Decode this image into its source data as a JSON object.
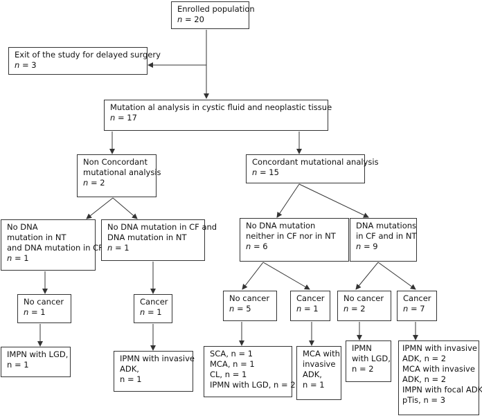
{
  "nodes": {
    "enrolled": {
      "lines": [
        "Enrolled population"
      ],
      "n": "20"
    },
    "exit": {
      "lines": [
        "Exit of the study for delayed surgery"
      ],
      "n": "3"
    },
    "mutational": {
      "lines": [
        "Mutation al analysis  in cystic fluid and neoplastic tissue"
      ],
      "n": "17"
    },
    "non_concordant": {
      "lines": [
        "Non Concordant",
        "mutational analysis"
      ],
      "n": "2"
    },
    "concordant": {
      "lines": [
        "Concordant mutational analysis"
      ],
      "n": "15"
    },
    "nc_left": {
      "lines": [
        "No DNA",
        "mutation in NT",
        "and DNA mutation in CF"
      ],
      "n": "1"
    },
    "nc_right": {
      "lines": [
        "No DNA mutation in CF and",
        "DNA mutation in NT"
      ],
      "n": "1"
    },
    "c_left": {
      "lines": [
        "No DNA mutation",
        "neither in CF nor in NT"
      ],
      "n": "6"
    },
    "c_right": {
      "lines": [
        "DNA mutations",
        "in CF and in NT"
      ],
      "n": "9"
    },
    "ncl_nocancer": {
      "lines": [
        "No cancer"
      ],
      "n": "1"
    },
    "ncr_cancer": {
      "lines": [
        "Cancer"
      ],
      "n": "1"
    },
    "cl_nocancer": {
      "lines": [
        "No cancer"
      ],
      "n": "5"
    },
    "cl_cancer": {
      "lines": [
        "Cancer"
      ],
      "n": "1"
    },
    "cr_nocancer": {
      "lines": [
        "No cancer"
      ],
      "n": "2"
    },
    "cr_cancer": {
      "lines": [
        "Cancer"
      ],
      "n": "7"
    }
  },
  "outcomes": {
    "o1": [
      "IMPN with LGD, ",
      "n = 1"
    ],
    "o2": [
      "IPMN with invasive",
      "ADK,",
      "n = 1"
    ],
    "o3": [
      "SCA, n = 1",
      "MCA, n = 1",
      "CL, n = 1",
      "IPMN with LGD, n = 2"
    ],
    "o4": [
      "MCA with",
      "invasive",
      "ADK,",
      "n = 1"
    ],
    "o5": [
      "IPMN",
      "with LGD,",
      "n = 2"
    ],
    "o6": [
      "IPMN with invasive",
      "ADK, n = 2",
      "MCA with invasive",
      "ADK, n = 2",
      "IMPN with focal ADK",
      "pTis, n = 3"
    ]
  },
  "n_prefix": "n",
  "eq": " = "
}
